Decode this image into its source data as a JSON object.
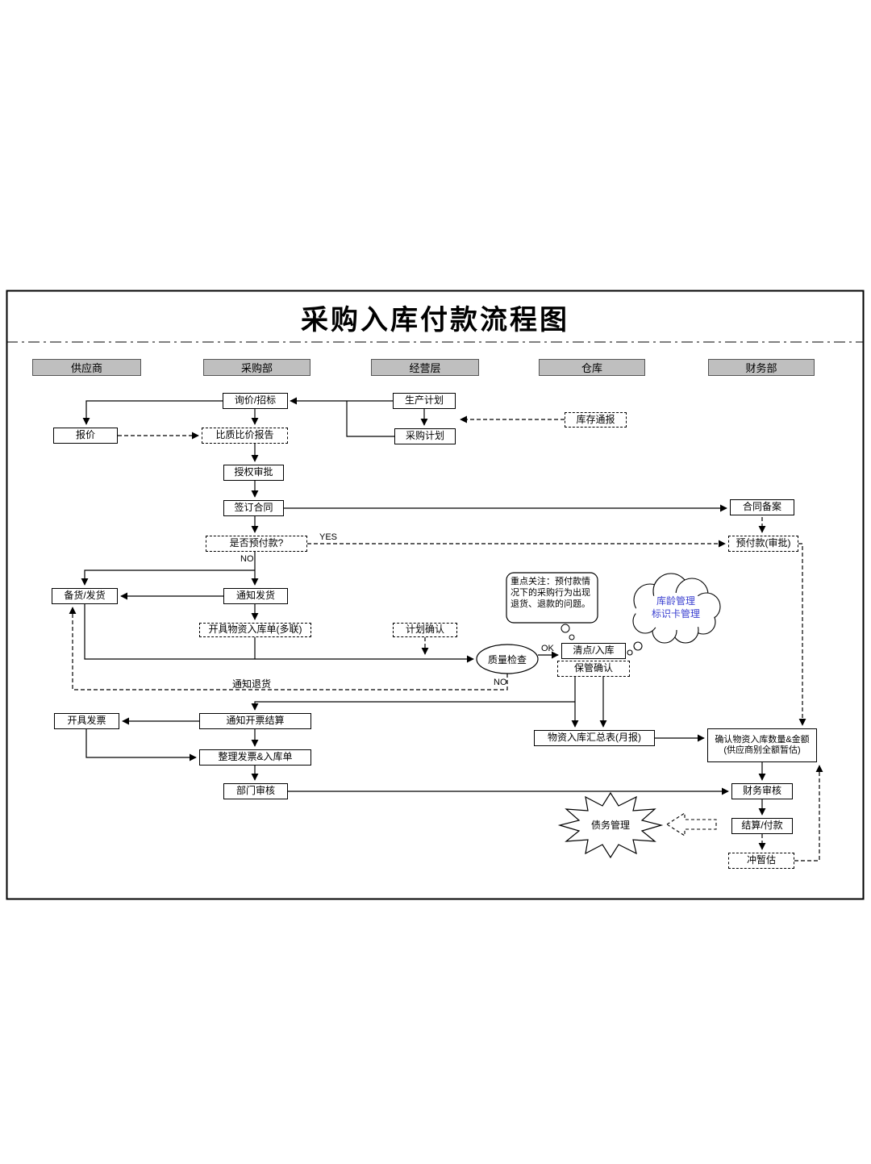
{
  "title": "采购入库付款流程图",
  "lanes": [
    {
      "label": "供应商"
    },
    {
      "label": "采购部"
    },
    {
      "label": "经营层"
    },
    {
      "label": "仓库"
    },
    {
      "label": "财务部"
    }
  ],
  "nodes": {
    "inquiry": "询价/招标",
    "production_plan": "生产计划",
    "inventory_report": "库存通报",
    "quotation": "报价",
    "comparison_report": "比质比价报告",
    "purchase_plan": "采购计划",
    "authorization": "授权审批",
    "sign_contract": "签订合同",
    "contract_filing": "合同备案",
    "prepay_question": "是否预付款?",
    "prepay_approval": "预付款(审批)",
    "stock_ship": "备货/发货",
    "notify_ship": "通知发货",
    "material_slip": "开具物资入库单(多联)",
    "plan_confirm": "计划确认",
    "quality_check": "质量检查",
    "count_in": "清点/入库",
    "custody_confirm": "保管确认",
    "issue_invoice": "开具发票",
    "notify_billing": "通知开票结算",
    "summary_report": "物资入库汇总表(月报)",
    "confirm_qty_amount": "确认物资入库数量&金额(供应商别全额暂估)",
    "organize_invoice": "整理发票&入库单",
    "dept_review": "部门审核",
    "finance_review": "财务审核",
    "settlement": "结算/付款",
    "reverse_estimate": "冲暂估",
    "debt_management": "债务管理"
  },
  "annotations": {
    "key_note": "重点关注：预付款情况下的采购行为出现退货、退款的问题。",
    "cloud_line1": "库龄管理",
    "cloud_line2": "标识卡管理",
    "notify_return": "通知退货"
  },
  "edge_labels": {
    "yes": "YES",
    "no": "NO",
    "ok": "OK",
    "no_reject": "NO"
  },
  "colors": {
    "lane_header_fill": "#bfbfbf",
    "cloud_text": "#3a3fd0",
    "line": "#000000",
    "background": "#ffffff"
  }
}
